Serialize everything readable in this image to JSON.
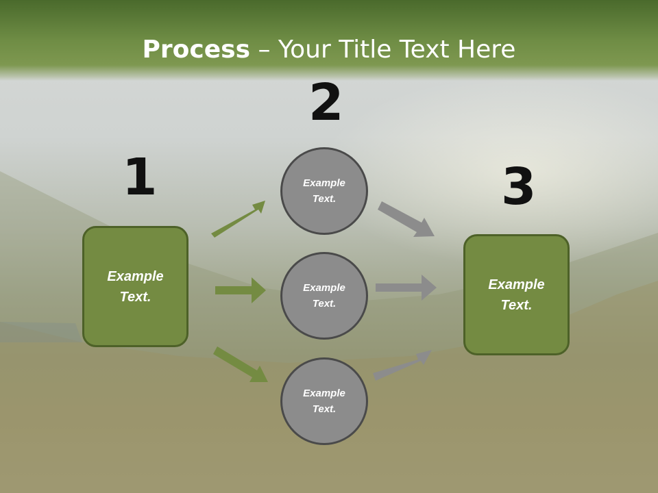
{
  "title": {
    "bold": "Process",
    "rest": " – Your Title Text Here"
  },
  "steps": {
    "one": "1",
    "two": "2",
    "three": "3"
  },
  "left_box": {
    "text": "Example\nText."
  },
  "middle_circles": [
    {
      "text": "Example\nText."
    },
    {
      "text": "Example\nText."
    },
    {
      "text": "Example\nText."
    }
  ],
  "right_box": {
    "text": "Example\nText."
  },
  "colors": {
    "green": "#748b42",
    "gray": "#8c8c8c"
  }
}
